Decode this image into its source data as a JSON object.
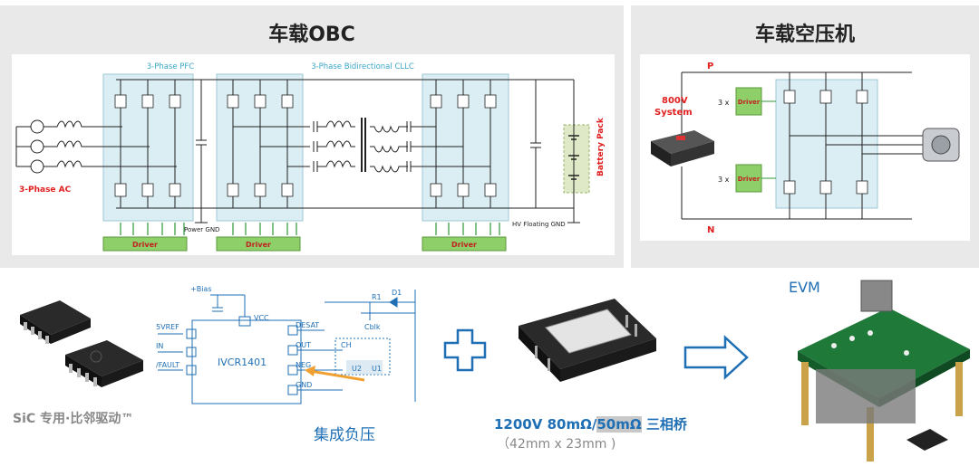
{
  "obc": {
    "title": "车载OBC",
    "pfc_label": "3-Phase PFC",
    "cllc_label": "3-Phase Bidirectional CLLC",
    "ac_label": "3-Phase AC",
    "battery_label": "Battery Pack",
    "power_gnd": "Power GND",
    "hv_gnd": "HV Floating GND",
    "driver_label": "Driver"
  },
  "compressor": {
    "title": "车载空压机",
    "system_label_1": "800V",
    "system_label_2": "System",
    "p_label": "P",
    "n_label": "N",
    "count_label": "3 x",
    "driver_label": "Driver"
  },
  "bottom": {
    "chip_caption": "SiC 专用·比邻驱动™",
    "circuit": {
      "ic_name": "IVCR1401",
      "bias": "+Bias",
      "vcc": "VCC",
      "pins_left": [
        "5VREF",
        "IN",
        "/FAULT"
      ],
      "pins_right": [
        "DESAT",
        "OUT",
        "NEG",
        "GND"
      ],
      "r1": "R1",
      "d1": "D1",
      "cblk": "Cblk",
      "ch": "CH",
      "u1": "U1",
      "u2": "U2"
    },
    "annotation": "集成负压",
    "module_spec_prefix": "1200V 80mΩ/",
    "module_spec_highlight": "50mΩ",
    "module_spec_suffix": " 三相桥",
    "module_size": "（42mm x 23mm )",
    "evm_label": "EVM"
  },
  "colors": {
    "accent_blue": "#1f6fb5",
    "driver_green": "#8fcf6a",
    "label_red": "#e02020",
    "teal": "#3aa6c8",
    "bridge_fill": "#dbeef4",
    "highlight_grey": "#c8c8c8"
  }
}
